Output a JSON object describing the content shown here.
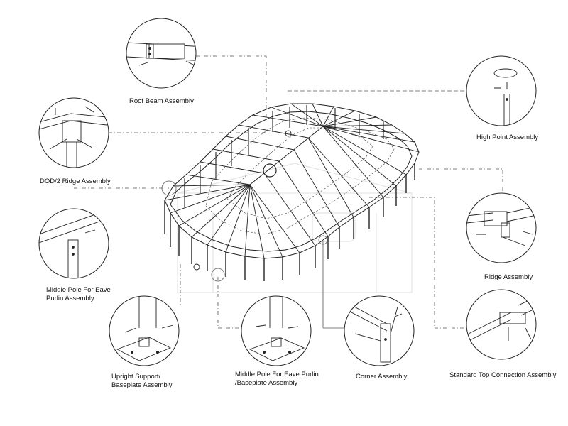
{
  "labels": {
    "roof_beam": "Roof Beam Assembly",
    "dod_ridge": "DOD/2 Ridge Assembly",
    "middle_pole_eave_1": "Middle Pole For Eave",
    "middle_pole_eave_2": "Purlin Assembly",
    "upright_1": "Upright Support/",
    "upright_2": "Baseplate Assembly",
    "middle_base_1": "Middle Pole For Eave Purlin",
    "middle_base_2": "/Baseplate Assembly",
    "corner": "Corner Assembly",
    "standard_top": "Standard Top Connection Assembly",
    "ridge": "Ridge Assembly",
    "high_point": "High Point Assembly"
  },
  "colors": {
    "line": "#222222",
    "leader": "#666666",
    "watermark": "#e6e6e6"
  }
}
